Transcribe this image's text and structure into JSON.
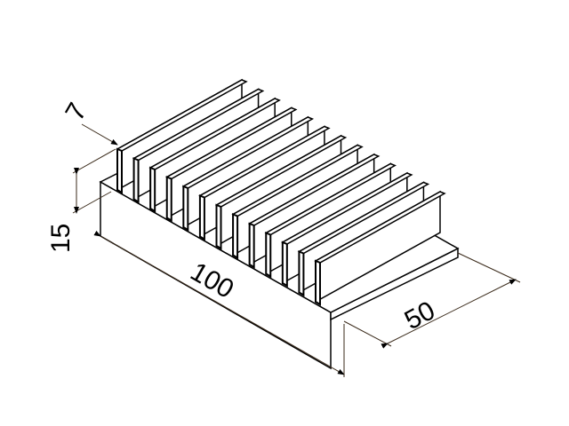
{
  "drawing": {
    "subject": "heatsink",
    "fin_count": 13,
    "dimensions": {
      "fin_thickness": "7",
      "height": "15",
      "length": "100",
      "width": "50"
    }
  }
}
